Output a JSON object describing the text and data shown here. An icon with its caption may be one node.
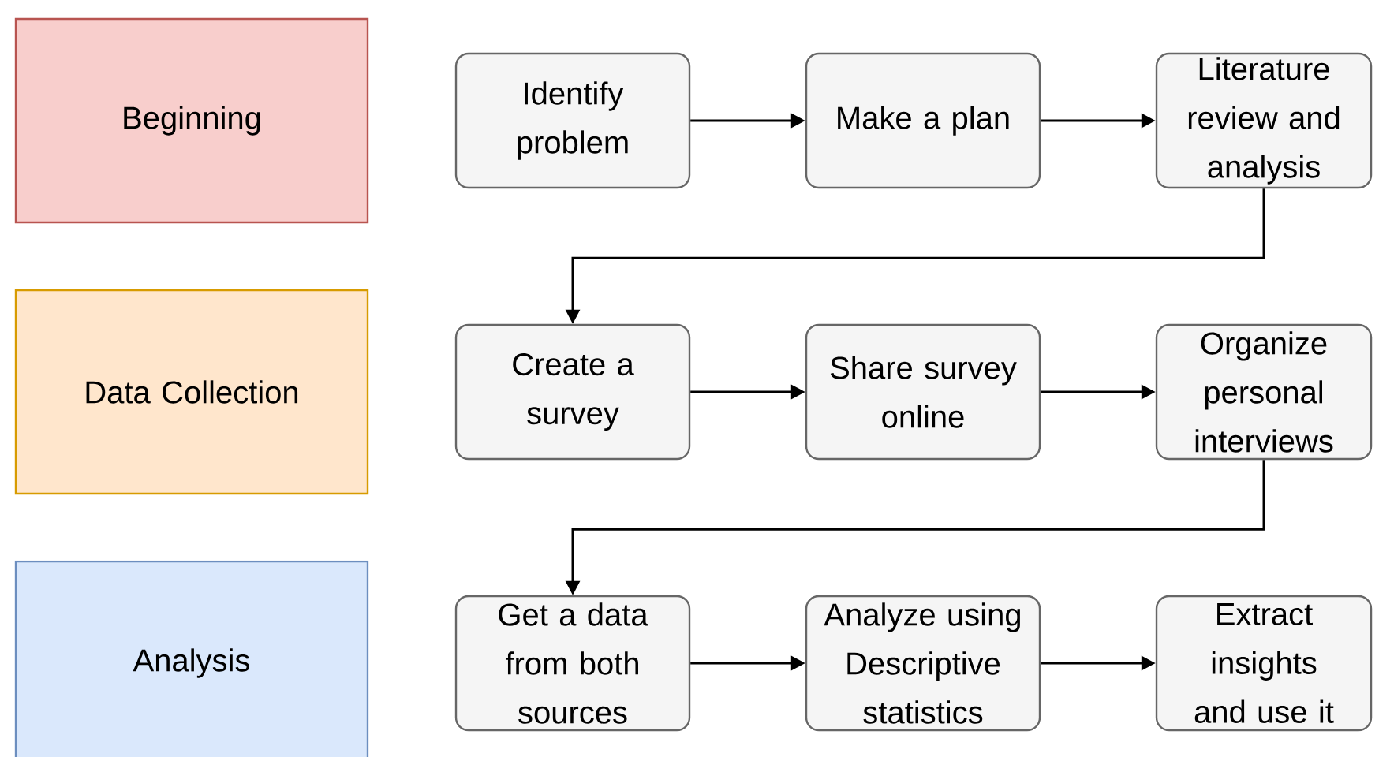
{
  "diagram": {
    "nodes": [
      {
        "text": [
          "Beginning"
        ]
      },
      {
        "text": [
          "Data Collection"
        ]
      },
      {
        "text": [
          "Analysis"
        ]
      },
      {
        "text": [
          "Identify problem"
        ]
      },
      {
        "text": [
          "Make a plan"
        ]
      },
      {
        "text": [
          "Literature review and analysis"
        ]
      },
      {
        "text": [
          "Create a survey"
        ]
      },
      {
        "text": [
          "Share survey online"
        ]
      },
      {
        "text": [
          "Organize personal interviews"
        ]
      },
      {
        "text": [
          "Get a data from both sources"
        ]
      },
      {
        "text": [
          "Analyze using Descriptive statistics"
        ]
      },
      {
        "text": [
          "Extract insights and use it"
        ]
      }
    ],
    "edges": [
      {
        "from": 3,
        "to": 4,
        "arrow": "to"
      },
      {
        "from": 4,
        "to": 5,
        "arrow": "to"
      },
      {
        "from": 5,
        "to": 6,
        "arrow": "to"
      },
      {
        "from": 6,
        "to": 7,
        "arrow": "to"
      },
      {
        "from": 7,
        "to": 8,
        "arrow": "to"
      },
      {
        "from": 8,
        "to": 9,
        "arrow": "to"
      },
      {
        "from": 9,
        "to": 10,
        "arrow": "to"
      },
      {
        "from": 10,
        "to": 11,
        "arrow": "to"
      }
    ]
  }
}
